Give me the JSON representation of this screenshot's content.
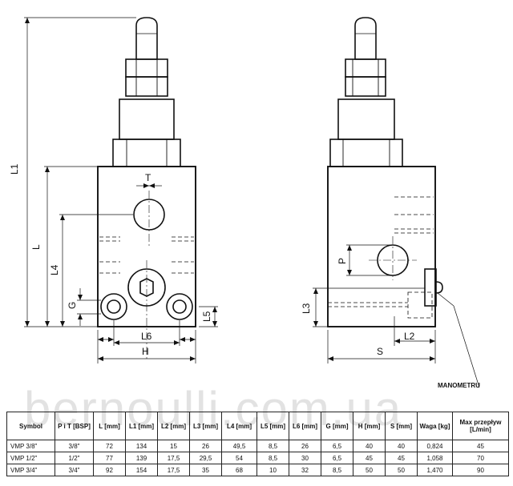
{
  "dimension_labels": {
    "L1": "L1",
    "L": "L",
    "L4": "L4",
    "G": "G",
    "L5": "L5",
    "T": "T",
    "L6": "L6",
    "H": "H",
    "P": "P",
    "L3": "L3",
    "L2": "L2",
    "S": "S"
  },
  "manometer_label": "MANOMETRU",
  "watermark": "bernoulli.com.ua",
  "table": {
    "headers": [
      "Symbol",
      "P i T [BSP]",
      "L [mm]",
      "L1 [mm]",
      "L2 [mm]",
      "L3 [mm]",
      "L4 [mm]",
      "L5 [mm]",
      "L6 [mm]",
      "G [mm]",
      "H [mm]",
      "S [mm]",
      "Waga [kg]",
      "Max przepływ [L/min]"
    ],
    "rows": [
      [
        "VMP 3/8\"",
        "3/8\"",
        "72",
        "134",
        "15",
        "26",
        "49,5",
        "8,5",
        "26",
        "6,5",
        "40",
        "40",
        "0,824",
        "45"
      ],
      [
        "VMP 1/2\"",
        "1/2\"",
        "77",
        "139",
        "17,5",
        "29,5",
        "54",
        "8,5",
        "30",
        "6,5",
        "45",
        "45",
        "1,058",
        "70"
      ],
      [
        "VMP 3/4\"",
        "3/4\"",
        "92",
        "154",
        "17,5",
        "35",
        "68",
        "10",
        "32",
        "8,5",
        "50",
        "50",
        "1,470",
        "90"
      ]
    ]
  }
}
